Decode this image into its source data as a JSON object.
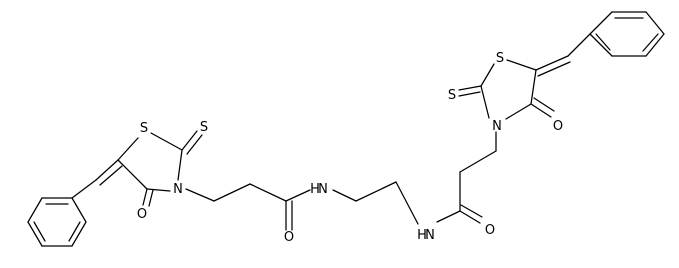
{
  "structure": {
    "atoms": [
      {
        "id": "S_l_ring",
        "label": "S"
      },
      {
        "id": "S_l_thione",
        "label": "S"
      },
      {
        "id": "N_l_ring",
        "label": "N"
      },
      {
        "id": "O_l_ring",
        "label": "O"
      },
      {
        "id": "O_l_amide",
        "label": "O"
      },
      {
        "id": "N_l_amide",
        "label": "N"
      },
      {
        "id": "H_l_amide",
        "label": "H"
      },
      {
        "id": "N_r_amide",
        "label": "N"
      },
      {
        "id": "H_r_amide",
        "label": "H"
      },
      {
        "id": "O_r_amide",
        "label": "O"
      },
      {
        "id": "N_r_ring",
        "label": "N"
      },
      {
        "id": "S_r_ring",
        "label": "S"
      },
      {
        "id": "S_r_thione",
        "label": "S"
      },
      {
        "id": "O_r_ring",
        "label": "O"
      }
    ]
  }
}
